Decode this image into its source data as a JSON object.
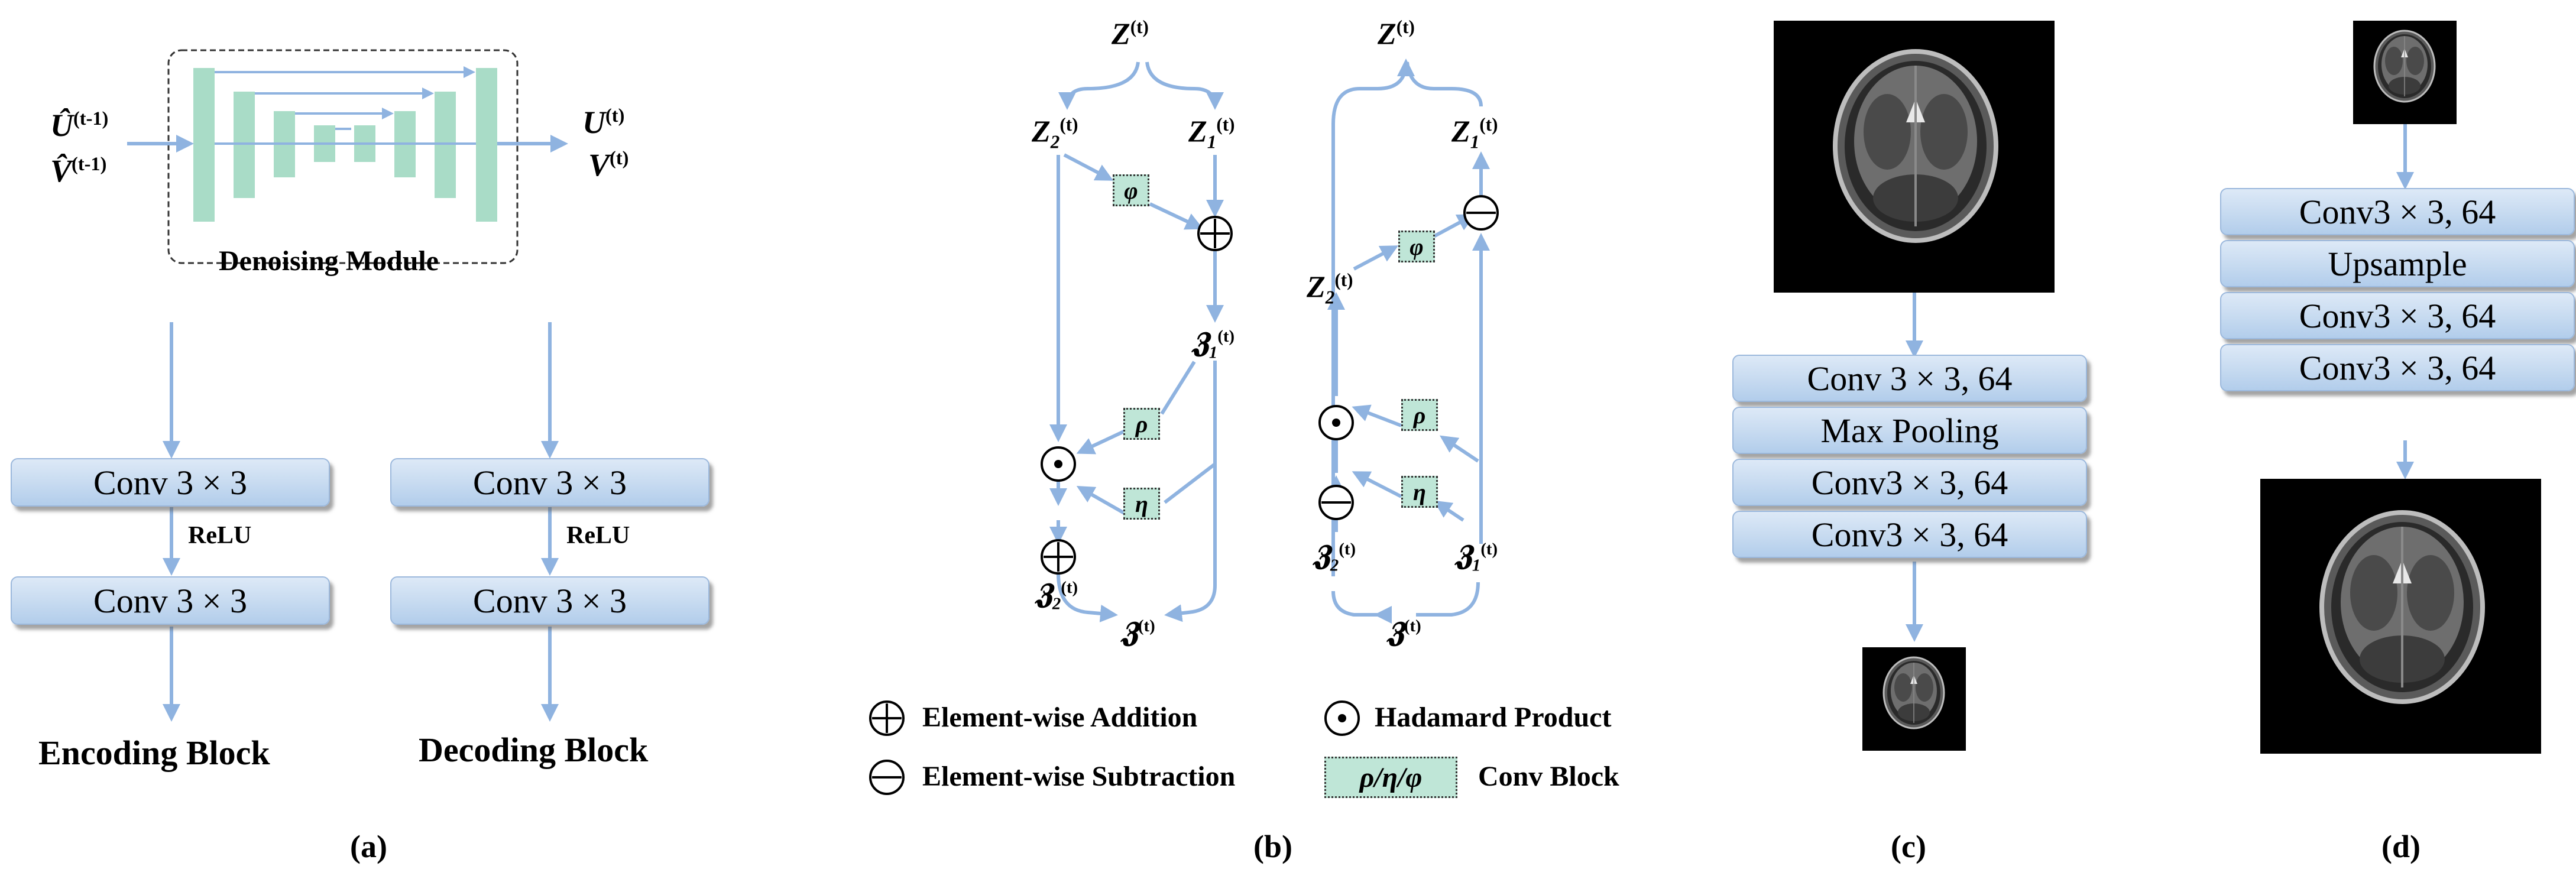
{
  "panel_a": {
    "input_u": "Û",
    "input_v": "V̂",
    "input_sup": "(t-1)",
    "output_u": "U",
    "output_v": "V",
    "output_sup": "(t)",
    "module_label": "Denoising Module",
    "encoding": {
      "conv1": "Conv 3 × 3",
      "act": "ReLU",
      "conv2": "Conv 3 × 3",
      "title": "Encoding Block"
    },
    "decoding": {
      "conv1": "Conv 3 × 3",
      "act": "ReLU",
      "conv2": "Conv 3 × 3",
      "title": "Decoding Block"
    },
    "caption": "(a)"
  },
  "panel_b": {
    "z": "Z",
    "sup_t": "(t)",
    "sub_1": "1",
    "sub_2": "2",
    "frak": "𝖅",
    "phi": "φ",
    "rho": "ρ",
    "eta": "η",
    "legend": {
      "addition": "Element-wise Addition",
      "hadamard": "Hadamard Product",
      "subtraction": "Element-wise Subtraction",
      "conv_symbol": "ρ/η/φ",
      "conv": "Conv Block"
    },
    "caption": "(b)"
  },
  "panel_c": {
    "layers": [
      "Conv 3 × 3, 64",
      "Max Pooling",
      "Conv3 × 3, 64",
      "Conv3 × 3, 64"
    ],
    "caption": "(c)"
  },
  "panel_d": {
    "layers": [
      "Conv3 × 3, 64",
      "Upsample",
      "Conv3 × 3, 64",
      "Conv3 × 3, 64"
    ],
    "caption": "(d)"
  },
  "colors": {
    "arrow": "#8fb3e0",
    "block": "#c6daf0",
    "unet": "#a9dcc7",
    "green_block": "#bfe6d7"
  }
}
